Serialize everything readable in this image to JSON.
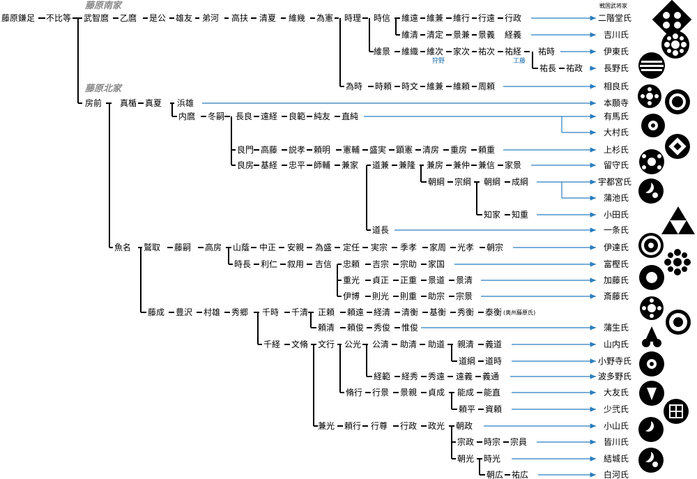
{
  "headers": {
    "nanke": "藤原南家",
    "hokke": "藤原北家",
    "sengoku": "戦国武将家"
  },
  "names": {
    "kamatari": "藤原鎌足",
    "fuhito": "不比等",
    "muchimaro": "武智麿",
    "otomaro": "乙麿",
    "korekimi": "是公",
    "kattomo": "雄友",
    "otomo": "弟河",
    "takafuji": "高扶",
    "kiyonatsu": "清夏",
    "koremoto": "維幾",
    "tamenori": "為憲",
    "tokimasa": "時理",
    "tokinobu": "時信",
    "koretoo": "維遠",
    "korekane": "維兼",
    "koreyuki": "維行",
    "yukito": "行遠",
    "yukimasa": "行政",
    "korekiyo": "維清",
    "kiyosada": "清定",
    "kagekane": "景兼",
    "kageyoshi": "景義",
    "tsuneyoshi": "経義",
    "korekage": "維景",
    "koreori": "維織",
    "koretsugu": "維次",
    "ietsugu": "家次",
    "suketsugu": "祐次",
    "suketsune": "祐経",
    "suketoki": "祐時",
    "sukenaga": "祐長",
    "sukemasa": "祐政",
    "tametoki": "為時",
    "tokiyori": "時頼",
    "tokifumi": "時文",
    "korekane2": "維兼",
    "koreyori": "維頼",
    "shuken": "周頼",
    "fusasaki": "房前",
    "matate": "真楯",
    "manatsu": "真夏",
    "hamao": "浜雄",
    "uchimaro": "内麿",
    "fuyutsugu": "冬嗣",
    "yoshifusa_n": "長良",
    "mototsune": "遠経",
    "yoshinori": "良範",
    "sumitomo": "純友",
    "sumitada": "直純",
    "yoshikado": "良門",
    "takafuji2": "高藤",
    "sadataka": "説孝",
    "yoriaki": "頼明",
    "noriyuki": "憲輔",
    "moriza": "盛実",
    "akinori": "顕憲",
    "kiyofusa": "清房",
    "shigefusa": "重房",
    "yorishige": "頼重",
    "yoshifusa": "良房",
    "mototsune2": "基経",
    "tadahira": "忠平",
    "morosuke": "師輔",
    "kaneie": "兼家",
    "michikane": "道兼",
    "kanetaka": "兼隆",
    "kanefusa": "兼房",
    "kanenaka": "兼仲",
    "kanenobu": "兼信",
    "iekage": "家景",
    "tomotsuna": "朝綱",
    "munetsuna": "宗綱",
    "tomotsuna2": "朝綱",
    "naritsuna": "成綱",
    "tomoie": "知家",
    "tomoshige": "知重",
    "michinaga": "道長",
    "uona": "魚名",
    "washitori": "鷲取",
    "fujitsugu": "藤嗣",
    "takafusa": "高房",
    "yamakage": "山蔭",
    "nakamasa": "中正",
    "yasuchika": "安親",
    "tamemori": "為盛",
    "sadato": "定任",
    "sanemune": "実宗",
    "suenori": "季孝",
    "iechika": "家周",
    "mitsunori": "光孝",
    "tomomune": "朝宗",
    "tokinaga": "時長",
    "toshihito": "利仁",
    "norimochi": "叙用",
    "yoshinobu": "吉信",
    "tadayori": "忠頼",
    "yoshimune": "吉宗",
    "munesuke": "宗助",
    "iekuni": "家国",
    "shigemitsu": "重光",
    "sadamasa": "貞正",
    "masashige": "正重",
    "kagemichi": "景道",
    "kagekiyo": "景清",
    "korehiro": "伊博",
    "norimitsu": "則光",
    "norishige": "則重",
    "sukemune": "助宗",
    "munekage": "宗景",
    "fujinari": "藤成",
    "toyosawa": "豊沢",
    "murao": "村雄",
    "hidesato": "秀郷",
    "chitoki": "千時",
    "chiharu": "千清",
    "masayori": "正頼",
    "yorito": "頼遠",
    "tsunekiyo": "経清",
    "kiyohira": "清衡",
    "motohira": "基衡",
    "hidehira": "秀衡",
    "yasuhira": "泰衡",
    "yorikiyo": "頼清",
    "yoritoshi": "頼俊",
    "hidetoshi": "秀俊",
    "koretoshi": "惟俊",
    "chitsune": "千経",
    "fumiyasu": "文脩",
    "fumiyuki": "文行",
    "kimimitsu": "公光",
    "kimikiyo": "公清",
    "sukekiyo": "助清",
    "sukemichi": "助道",
    "chikakiyo": "親清",
    "yoshimichi": "義道",
    "michitsuna": "道綱",
    "michitoki": "道時",
    "tsunenori": "経範",
    "tsunehide": "経秀",
    "hidetoo": "秀遠",
    "tooyoshi": "遠義",
    "yoshimichi2": "義通",
    "sukeyuki": "脩行",
    "yukinori": "行景",
    "kagechika": "景親",
    "sadanari": "貞成",
    "yoshinari": "能成",
    "yoshinao": "能直",
    "yorihira": "頼平",
    "sukeyori": "資頼",
    "kanemitsu": "兼光",
    "yoriyuki": "頼行",
    "yukitaka": "行尊",
    "yukimasa2": "行政",
    "masamitsu": "政光",
    "tomomasa": "朝政",
    "munemasa": "宗政",
    "tokimune": "時宗",
    "munekazu": "宗員",
    "tomomitsu": "朝光",
    "tokimitsu": "時光",
    "tomohiro": "朝広",
    "sukehiro": "祐広"
  },
  "notes": {
    "kano": "狩野",
    "kudo": "工藤",
    "oshu": "(奥州藤原氏)"
  },
  "clans": {
    "nikaido": "二階堂氏",
    "kikkawa": "吉川氏",
    "ito": "伊東氏",
    "nagano": "長野氏",
    "sagara": "相良氏",
    "honganji": "本願寺",
    "arima": "有馬氏",
    "omura": "大村氏",
    "uesugi": "上杉氏",
    "rusu": "留守氏",
    "utsunomiya": "宇都宮氏",
    "kamachi": "蒲池氏",
    "oda": "小田氏",
    "ichijo": "一条氏",
    "date": "伊達氏",
    "togashi": "富樫氏",
    "kato": "加藤氏",
    "saito": "斎藤氏",
    "gamo": "蒲生氏",
    "yamanouchi": "山内氏",
    "onodera": "小野寺氏",
    "hatano": "波多野氏",
    "otomo": "大友氏",
    "shoni": "少弐氏",
    "oyama": "小山氏",
    "minagawa": "皆川氏",
    "yuki": "結城氏",
    "shirakawa": "白河氏"
  },
  "icons": [
    "mitsudomoe-icon",
    "kuyo-icon",
    "diamond-crest-icon",
    "stripes-crest-icon",
    "triforce-crest-icon",
    "fan-crest-icon",
    "flower-crest-icon",
    "ring-crest-icon"
  ],
  "colors": {
    "line": "#000000",
    "arrow": "#2a7dbf",
    "header": "#8a8a8a",
    "blue_note": "#1f6fb0"
  }
}
